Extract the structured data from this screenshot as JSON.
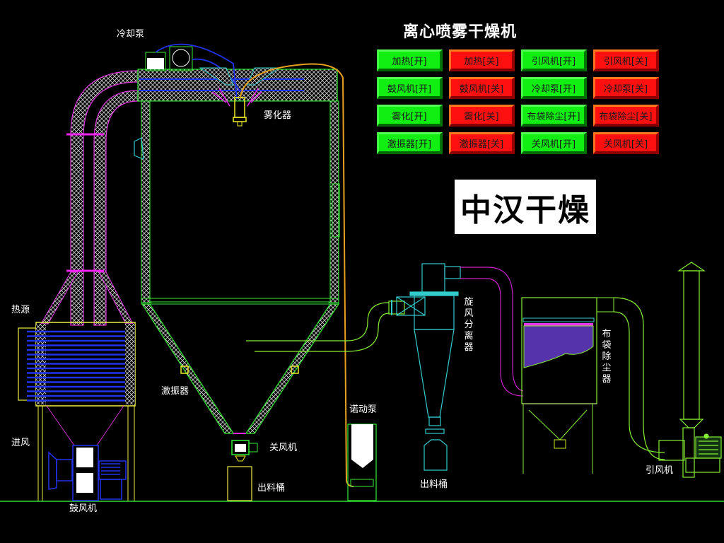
{
  "header": {
    "title": "离心喷雾干燥机",
    "brand": "中汉干燥"
  },
  "colors": {
    "background": "#000000",
    "on_button": "#11ee11",
    "off_button": "#ff1010",
    "pipe_green": "#33ff33",
    "pipe_magenta": "#dd33dd",
    "cyan": "#33dddd",
    "yellow": "#ffff44",
    "orange_line": "#e8a020",
    "blue": "#1a1aee"
  },
  "controls": [
    {
      "label": "加热[开]",
      "state": "on"
    },
    {
      "label": "加热[关]",
      "state": "off"
    },
    {
      "label": "引风机[开]",
      "state": "on"
    },
    {
      "label": "引风机[关]",
      "state": "off"
    },
    {
      "label": "鼓风机[开]",
      "state": "on"
    },
    {
      "label": "鼓风机[关]",
      "state": "off"
    },
    {
      "label": "冷却泵[开]",
      "state": "on"
    },
    {
      "label": "冷却泵[关]",
      "state": "off"
    },
    {
      "label": "雾化[开]",
      "state": "on"
    },
    {
      "label": "雾化[关]",
      "state": "off"
    },
    {
      "label": "布袋除尘[开]",
      "state": "on"
    },
    {
      "label": "布袋除尘[关]",
      "state": "off"
    },
    {
      "label": "激振器[开]",
      "state": "on"
    },
    {
      "label": "激振器[关]",
      "state": "off"
    },
    {
      "label": "关风机[开]",
      "state": "on"
    },
    {
      "label": "关风机[关]",
      "state": "off"
    }
  ],
  "labels": {
    "cooling_pump": "冷却泵",
    "atomizer": "雾化器",
    "heat_source": "热源",
    "vibrator": "激振器",
    "air_inlet": "进风",
    "blower": "鼓风机",
    "rotary_valve": "关风机",
    "discharge_bin_1": "出料桶",
    "peristaltic_pump": "诺动泵",
    "cyclone": "旋风分离器",
    "discharge_bin_2": "出料桶",
    "bag_filter": "布袋除尘器",
    "induced_fan": "引风机"
  }
}
